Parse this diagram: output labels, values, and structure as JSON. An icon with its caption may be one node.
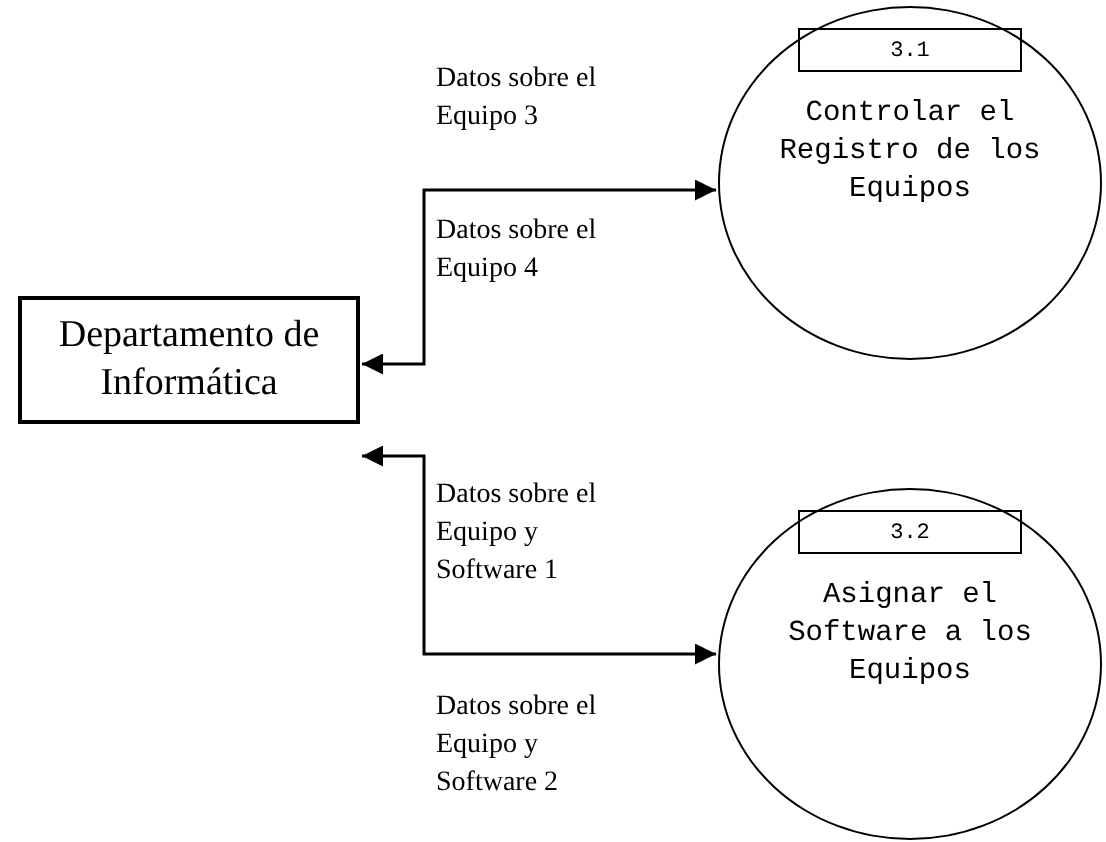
{
  "diagram": {
    "nodes": [
      {
        "text": [
          "Departamento de Informática"
        ]
      },
      {
        "text": [
          "3.1",
          "Controlar el Registro de los Equipos"
        ]
      },
      {
        "text": [
          "3.2",
          "Asignar el Software a los Equipos"
        ]
      }
    ],
    "edges": [
      {
        "from": 0,
        "to": 1,
        "arrow": "both",
        "label": "Datos sobre el Equipo 3"
      },
      {
        "from": 2,
        "to": 0,
        "arrow": "both",
        "label": "Datos sobre el Equipo y Software 1"
      }
    ],
    "labels": [
      "Datos sobre el Equipo 4",
      "Datos sobre el Equipo y Software 2"
    ]
  }
}
